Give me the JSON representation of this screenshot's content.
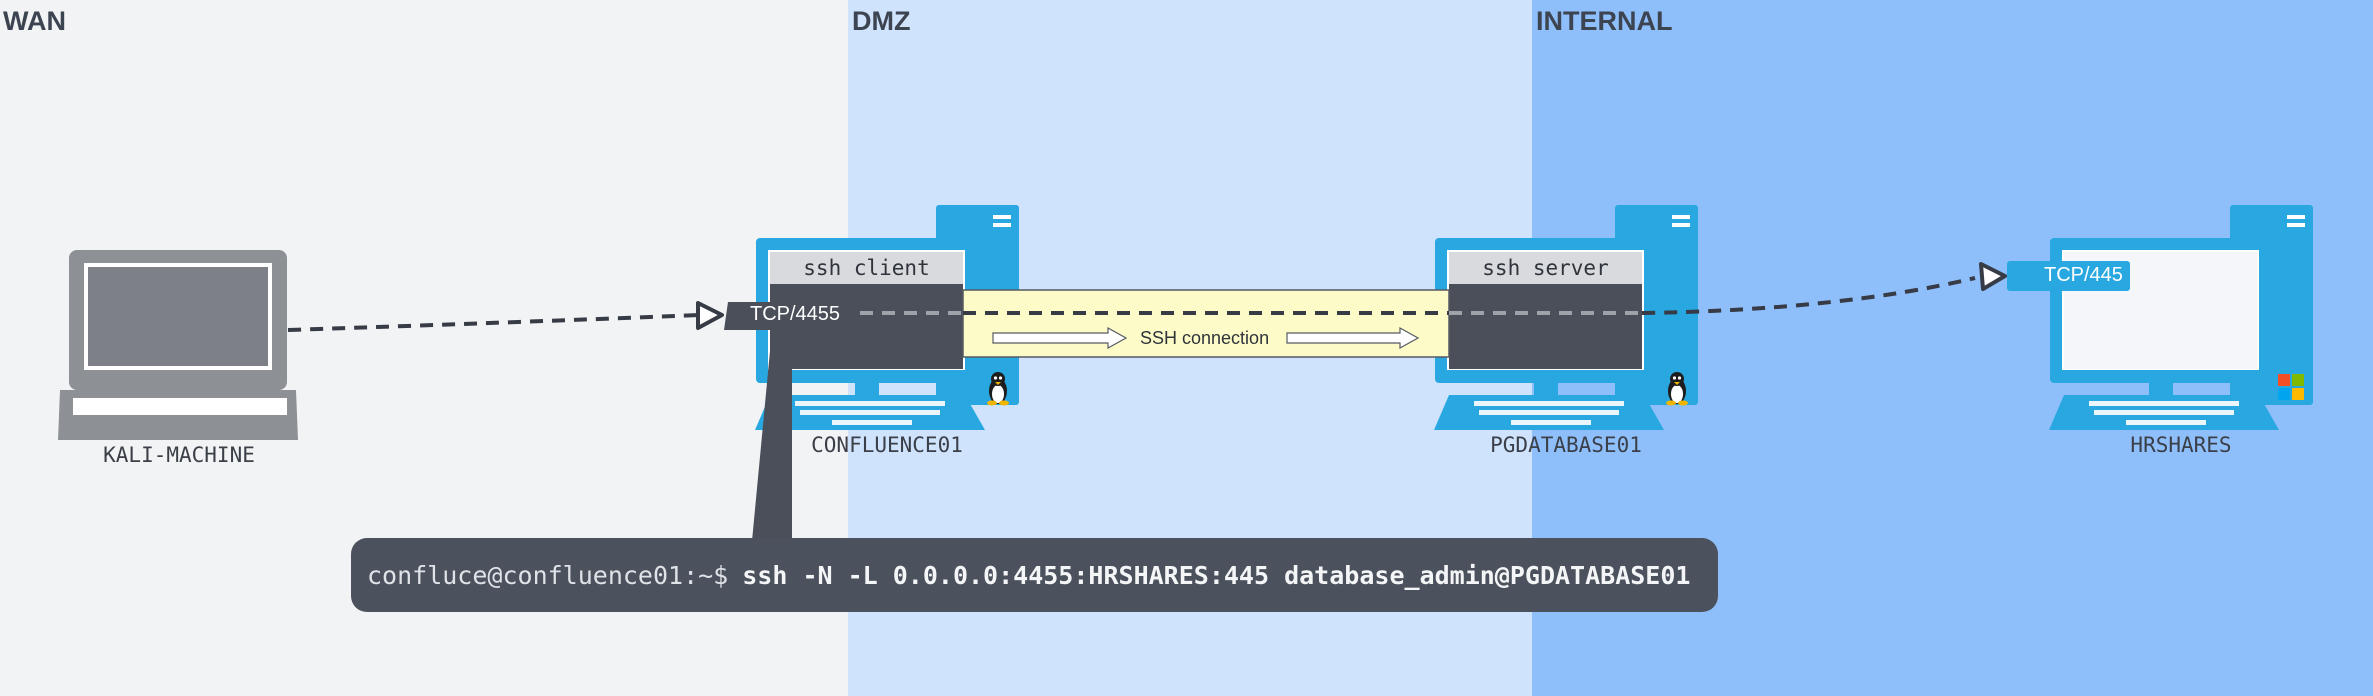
{
  "zones": [
    {
      "name": "WAN",
      "color": "#f2f3f4"
    },
    {
      "name": "DMZ",
      "color": "#cfe3fd"
    },
    {
      "name": "INTERNAL",
      "color": "#8fbffb"
    }
  ],
  "hosts": {
    "kali": {
      "label": "KALI-MACHINE",
      "os_icon": "laptop-icon"
    },
    "confluence": {
      "label": "CONFLUENCE01",
      "screen_header": "ssh client",
      "port": "TCP/4455",
      "os_icon": "linux-tux-icon"
    },
    "pgdatabase": {
      "label": "PGDATABASE01",
      "screen_header": "ssh server",
      "os_icon": "linux-tux-icon"
    },
    "hrshares": {
      "label": "HRSHARES",
      "port": "TCP/445",
      "os_icon": "windows-logo-icon"
    }
  },
  "tunnel": {
    "label": "SSH connection"
  },
  "command": {
    "prompt": "confluce@confluence01:~$",
    "text": "ssh -N -L 0.0.0.0:4455:HRSHARES:445 database_admin@PGDATABASE01"
  },
  "colors": {
    "device_blue": "#29a7e1",
    "screen_dark": "#4a4f5a",
    "tunnel_fill": "#fdfbc7",
    "arrow": "#363b45"
  }
}
